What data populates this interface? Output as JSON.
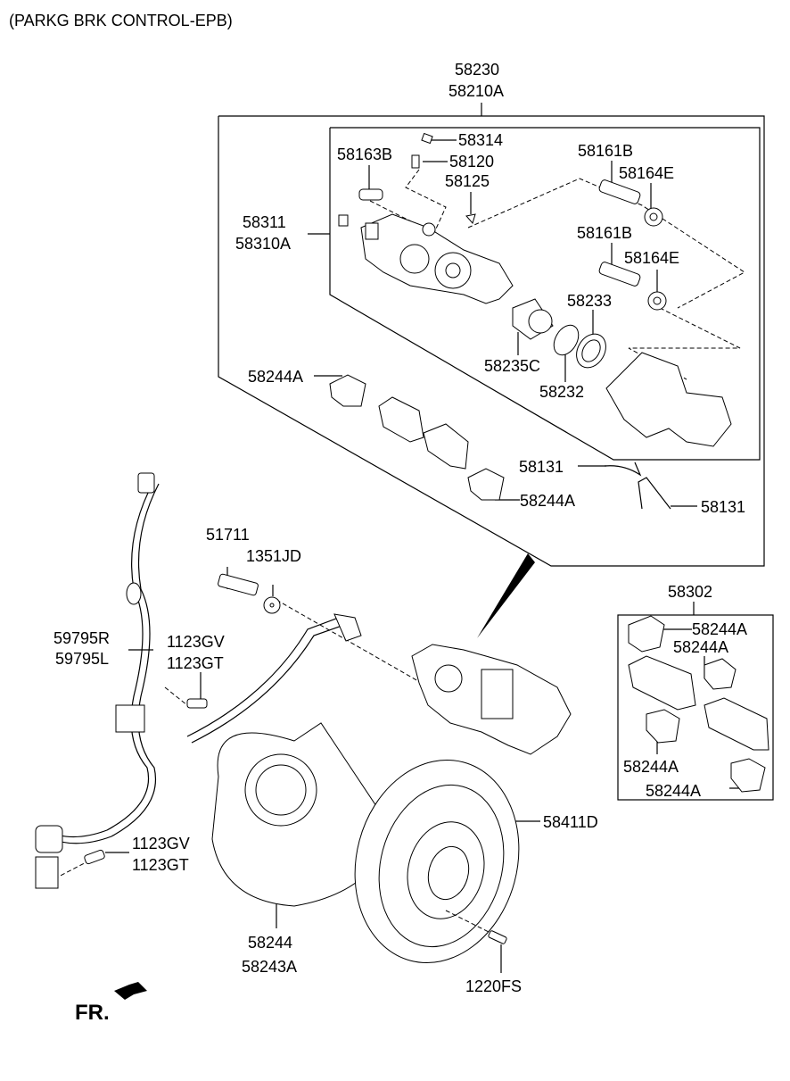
{
  "title": "(PARKG BRK CONTROL-EPB)",
  "direction_marker": {
    "label": "FR.",
    "icon": "front-arrow-icon"
  },
  "groups": {
    "caliper_assembly": {
      "labels": [
        "58230",
        "58210A"
      ]
    },
    "caliper_housing": {
      "labels": [
        "58311",
        "58310A"
      ]
    },
    "pad_kit": {
      "labels": [
        "58302"
      ]
    }
  },
  "callouts": {
    "c58314": "58314",
    "c58163b": "58163B",
    "c58120": "58120",
    "c58125": "58125",
    "c58161b_1": "58161B",
    "c58164e_1": "58164E",
    "c58161b_2": "58161B",
    "c58164e_2": "58164E",
    "c58233": "58233",
    "c58235c": "58235C",
    "c58232": "58232",
    "c58244a_1": "58244A",
    "c58131_1": "58131",
    "c58244a_2": "58244A",
    "c58131_2": "58131",
    "c51711": "51711",
    "c1351jd": "1351JD",
    "c59795r": "59795R",
    "c59795l": "59795L",
    "c1123gv_1": "1123GV",
    "c1123gt_1": "1123GT",
    "c1123gv_2": "1123GV",
    "c1123gt_2": "1123GT",
    "c58244": "58244",
    "c58243a": "58243A",
    "c58411d": "58411D",
    "c1220fs": "1220FS",
    "kit_58244a_1": "58244A",
    "kit_58244a_2": "58244A",
    "kit_58244a_3": "58244A",
    "kit_58244a_4": "58244A"
  }
}
